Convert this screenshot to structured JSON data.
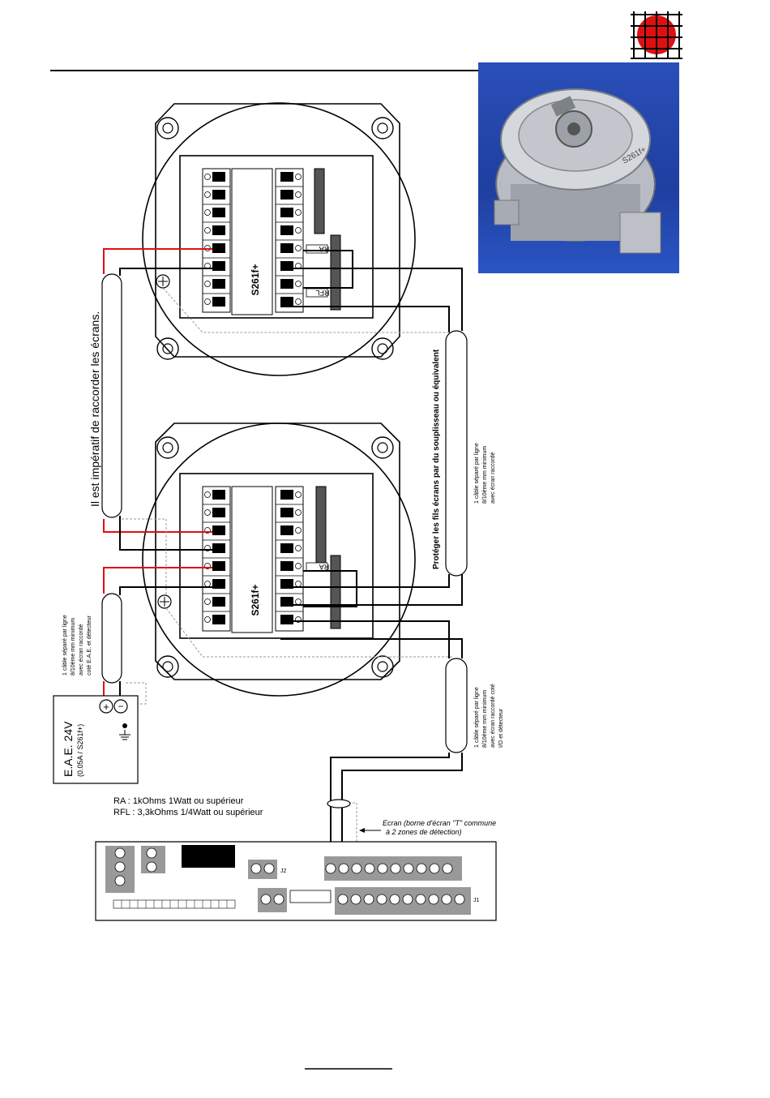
{
  "header": {
    "logo_icon": "red-grid-globe-logo",
    "logo_colors": {
      "ball": "#e01010",
      "grid": "#000000"
    }
  },
  "photo": {
    "icon": "detector-photo",
    "caption": "S261f+"
  },
  "detector_top": {
    "module_label": "S261f+",
    "resistor_ra": "RA",
    "resistor_rfl": "RFL"
  },
  "detector_bottom": {
    "module_label": "S261f+",
    "resistor_ra": "RA"
  },
  "notes": {
    "screens_vertical": "Il est impératif de raccorder les écrans.",
    "protect_vertical": "Protéger les fils écrans par du souplisseau ou équivalent",
    "cable_right_1": [
      "1 câble séparé par ligne",
      "8/10ème mm minimum",
      "avec écran raccordé"
    ],
    "cable_left": [
      "1 câble séparé par ligne",
      "8/10ème mm minimum",
      "avec écran raccordé",
      "coté E.A.E. et détecteur"
    ],
    "cable_right_2": [
      "1 câble séparé par ligne",
      "8/10ème mm minimum",
      "avec écran raccordé coté",
      "I/O et détecteur"
    ]
  },
  "power_supply": {
    "title": "E.A.E. 24V",
    "subtitle": "(0.05A / S261f+)",
    "plus": "+",
    "minus": "−"
  },
  "legend": {
    "ra": "RA : 1kOhms 1Watt ou supérieur",
    "rfl": "RFL : 3,3kOhms 1/4Watt ou supérieur"
  },
  "screen_note": [
    "Ecran (borne d'écran \"T\" commune",
    "à 2 zones de détection)"
  ],
  "panel": {
    "j2": "J2",
    "j1": "J1"
  },
  "wire_colors": {
    "red": "#e01010",
    "black": "#000000",
    "gray": "#999999"
  }
}
